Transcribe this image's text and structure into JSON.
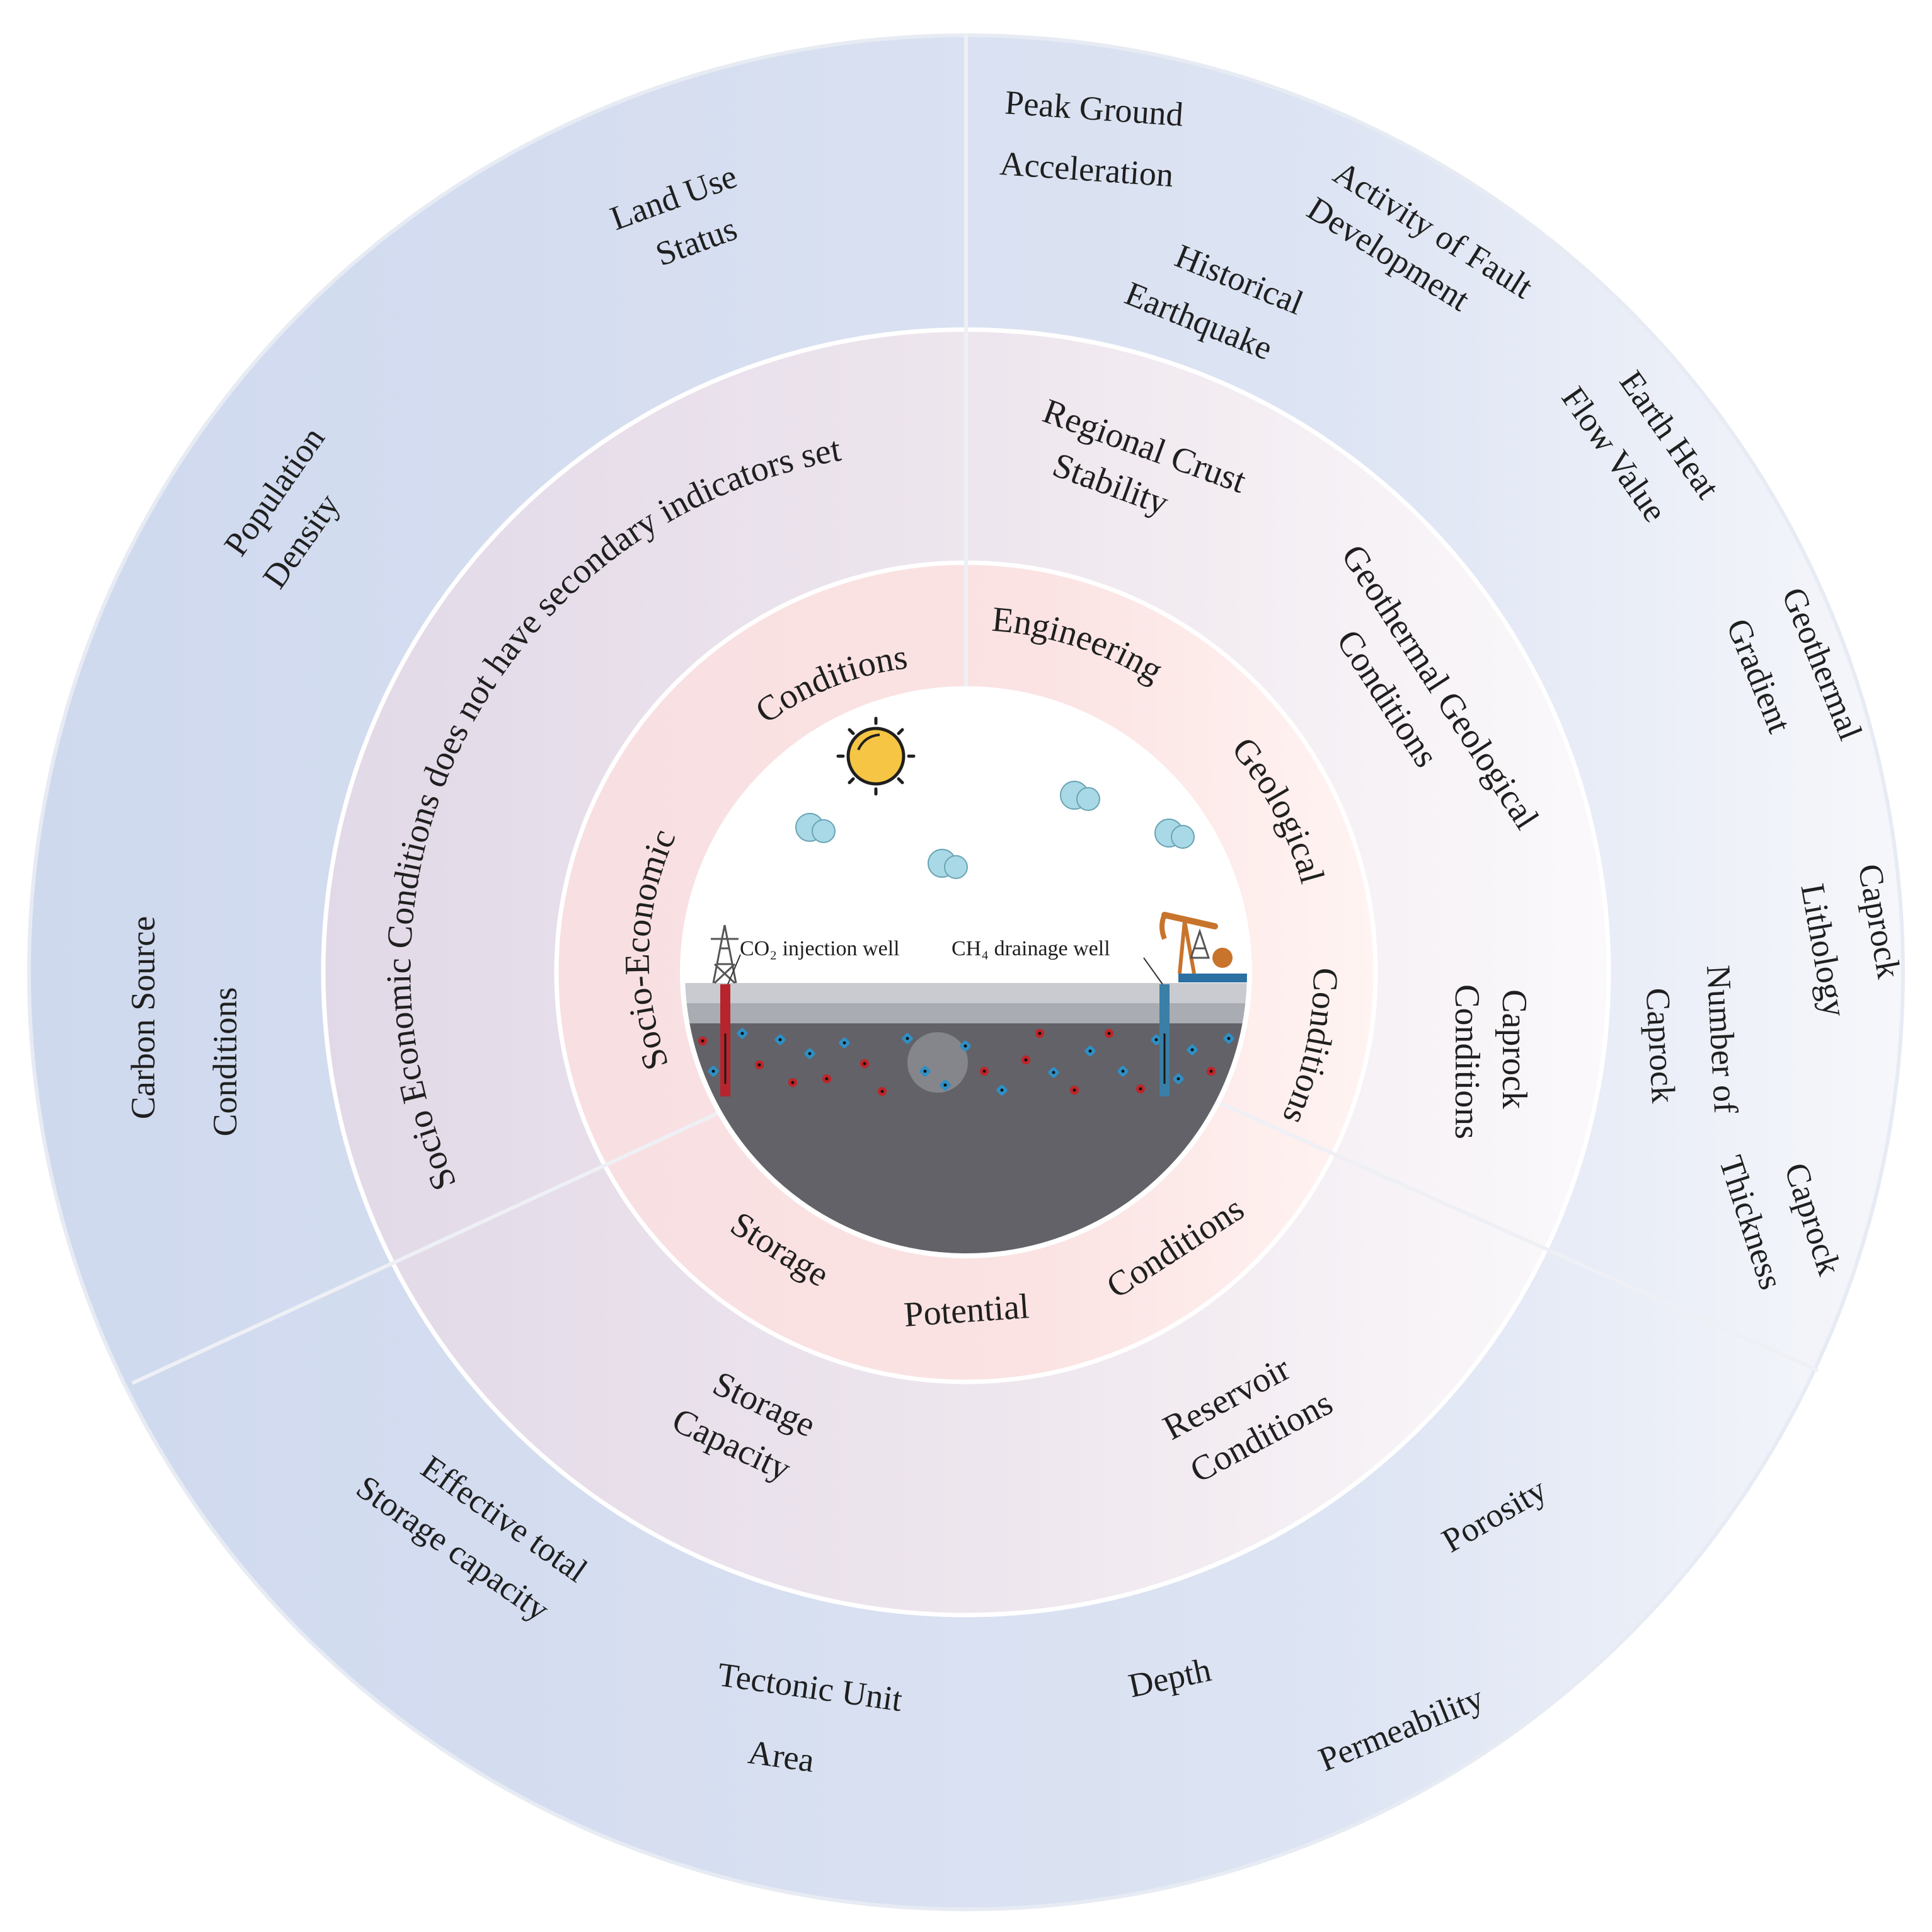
{
  "rings": {
    "inner_categories": {
      "socio_economic": [
        "Socio-Economic",
        "Conditions"
      ],
      "engineering_geological": [
        "Engineering",
        "Geological",
        "Conditions"
      ],
      "storage_potential": [
        "Storage",
        "Potential",
        "Conditions"
      ]
    },
    "middle_indicators": {
      "socio_note": "Socio Economic Conditions does not have secondary indicators set",
      "regional_crust": [
        "Regional Crust",
        "Stability"
      ],
      "geothermal": [
        "Geothermal Geological",
        "Conditions"
      ],
      "caprock_conditions": [
        "Caprock",
        "Conditions"
      ],
      "storage_capacity": [
        "Storage",
        "Capacity"
      ],
      "reservoir": [
        "Reservoir",
        "Conditions"
      ]
    },
    "outer_indicators": {
      "land_use": [
        "Land Use",
        "Status"
      ],
      "population": [
        "Population",
        "Density"
      ],
      "carbon_source": [
        "Carbon Source",
        "Conditions"
      ],
      "peak_ground": [
        "Peak Ground",
        "Acceleration"
      ],
      "fault": [
        "Activity of Fault",
        "Development"
      ],
      "historical_eq": [
        "Historical",
        "Earthquake"
      ],
      "earth_heat": [
        "Earth Heat",
        "Flow Value"
      ],
      "geo_gradient": [
        "Geothermal",
        "Gradient"
      ],
      "caprock_lithology": [
        "Caprock",
        "Lithology"
      ],
      "caprock_number": [
        "Number of",
        "Caprock"
      ],
      "caprock_thickness": [
        "Caprock",
        "Thickness"
      ],
      "effective_storage": [
        "Effective total",
        "Storage capacity"
      ],
      "tectonic_area": [
        "Tectonic Unit",
        "Area"
      ],
      "depth": "Depth",
      "porosity": "Porosity",
      "permeability": "Permeability"
    }
  },
  "illustration": {
    "co2_well_label": "CO₂ injection well",
    "ch4_well_label": "CH₄ drainage well",
    "icons": [
      "sun-icon",
      "cloud-icon",
      "transmission-tower-icon",
      "pumpjack-icon",
      "co2-injection-well-icon",
      "ch4-drainage-well-icon",
      "gas-molecule-icon"
    ]
  },
  "colors": {
    "outer_ring": "#dae2f2",
    "middle_ring": "#e8e0ec",
    "inner_ring": "#f9e3e5",
    "coal_seam": "#626268",
    "injection_well": "#b8242b",
    "drainage_well": "#3a7fa6",
    "co2_molecule": "#c02428",
    "ch4_molecule": "#2f8fc4",
    "sun": "#f6c544",
    "cloud": "#a9d9e6"
  }
}
